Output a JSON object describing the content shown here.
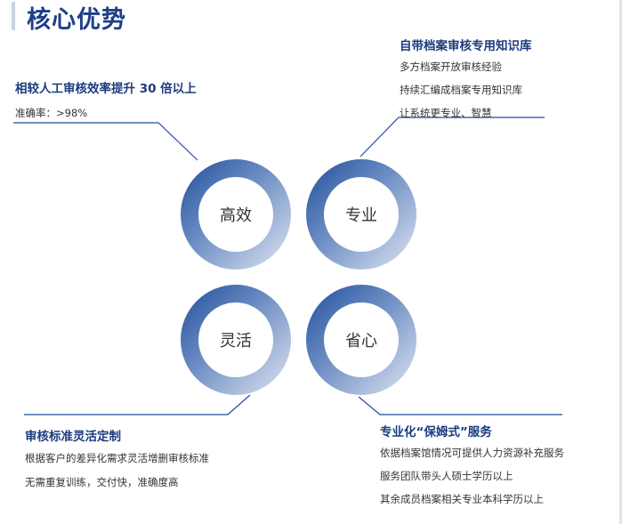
{
  "title": "核心优势",
  "top_left": {
    "heading": "相较人工审核效率提升 30 倍以上",
    "lines": [
      "准确率：>98%"
    ]
  },
  "top_right": {
    "heading": "自带档案审核专用知识库",
    "lines": [
      "多方档案开放审核经验",
      "持续汇编成档案专用知识库",
      "让系统更专业、智慧"
    ]
  },
  "bottom_left": {
    "heading": "审核标准灵活定制",
    "lines": [
      "根据客户的差异化需求灵活增删审核标准",
      "无需重复训练，交付快，准确度高"
    ]
  },
  "bottom_right": {
    "heading": "专业化“保姆式”服务",
    "lines": [
      "依据档案馆情况可提供人力资源补充服务",
      "服务团队带头人硕士学历以上",
      "其余成员档案相关专业本科学历以上"
    ]
  },
  "circles": [
    "高效",
    "专业",
    "灵活",
    "省心"
  ],
  "colors": {
    "accent": "#1d3f86",
    "ring_dark": "#1f4e9c",
    "ring_light": "#dfe6f2"
  }
}
